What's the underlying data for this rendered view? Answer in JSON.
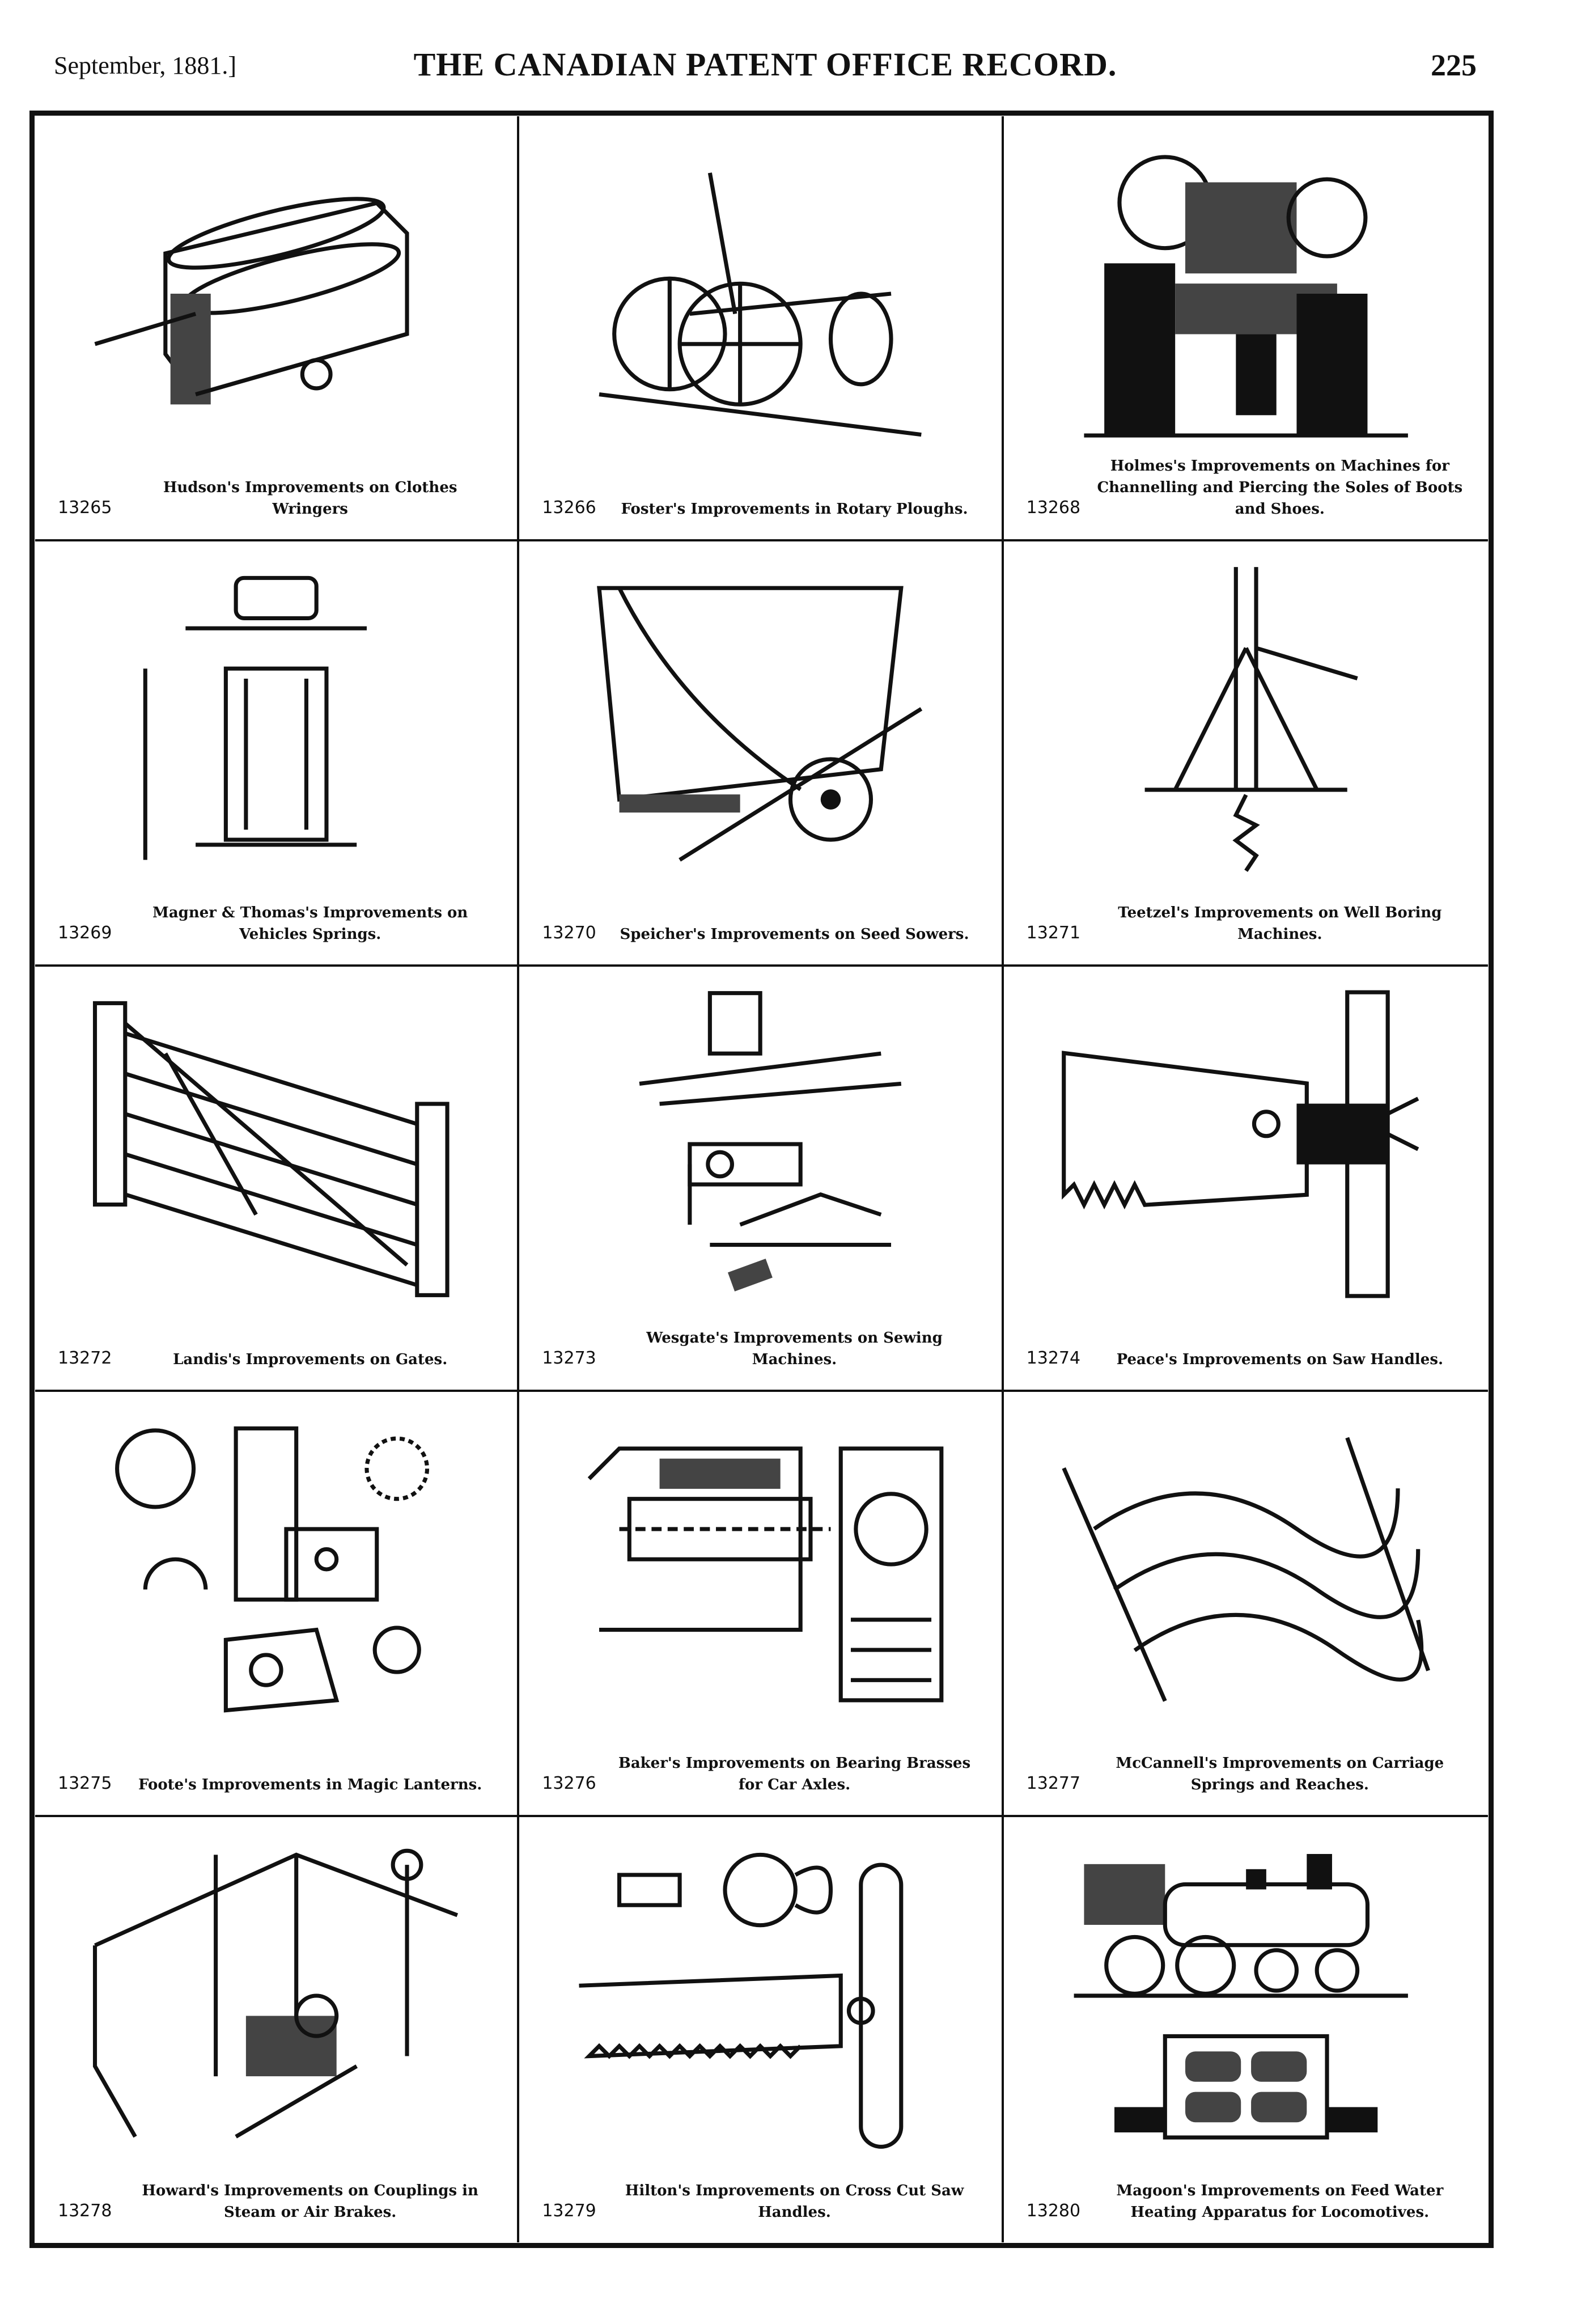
{
  "header": {
    "date": "September, 1881.]",
    "title": "THE CANADIAN PATENT OFFICE RECORD.",
    "page": "225"
  },
  "patents": [
    {
      "number": "13265",
      "caption": "Hudson's Improvements on Clothes Wringers"
    },
    {
      "number": "13266",
      "caption": "Foster's Improvements in Rotary Ploughs."
    },
    {
      "number": "13268",
      "caption": "Holmes's Improvements on Machines for Channelling and Piercing the Soles of Boots and Shoes."
    },
    {
      "number": "13269",
      "caption": "Magner & Thomas's Improvements on Vehicles Springs."
    },
    {
      "number": "13270",
      "caption": "Speicher's Improvements on Seed Sowers."
    },
    {
      "number": "13271",
      "caption": "Teetzel's Improvements on Well Boring Machines."
    },
    {
      "number": "13272",
      "caption": "Landis's Improvements on Gates."
    },
    {
      "number": "13273",
      "caption": "Wesgate's Improvements on Sewing Machines."
    },
    {
      "number": "13274",
      "caption": "Peace's Improvements on Saw Handles."
    },
    {
      "number": "13275",
      "caption": "Foote's Improvements in Magic Lanterns."
    },
    {
      "number": "13276",
      "caption": "Baker's Improvements on Bearing Brasses for Car Axles."
    },
    {
      "number": "13277",
      "caption": "McCannell's Improvements on Carriage Springs and Reaches."
    },
    {
      "number": "13278",
      "caption": "Howard's Improvements on Couplings in Steam or Air Brakes."
    },
    {
      "number": "13279",
      "caption": "Hilton's Improvements on Cross Cut Saw Handles."
    },
    {
      "number": "13280",
      "caption": "Magoon's Improvements on Feed Water Heating Apparatus for Locomotives."
    }
  ]
}
